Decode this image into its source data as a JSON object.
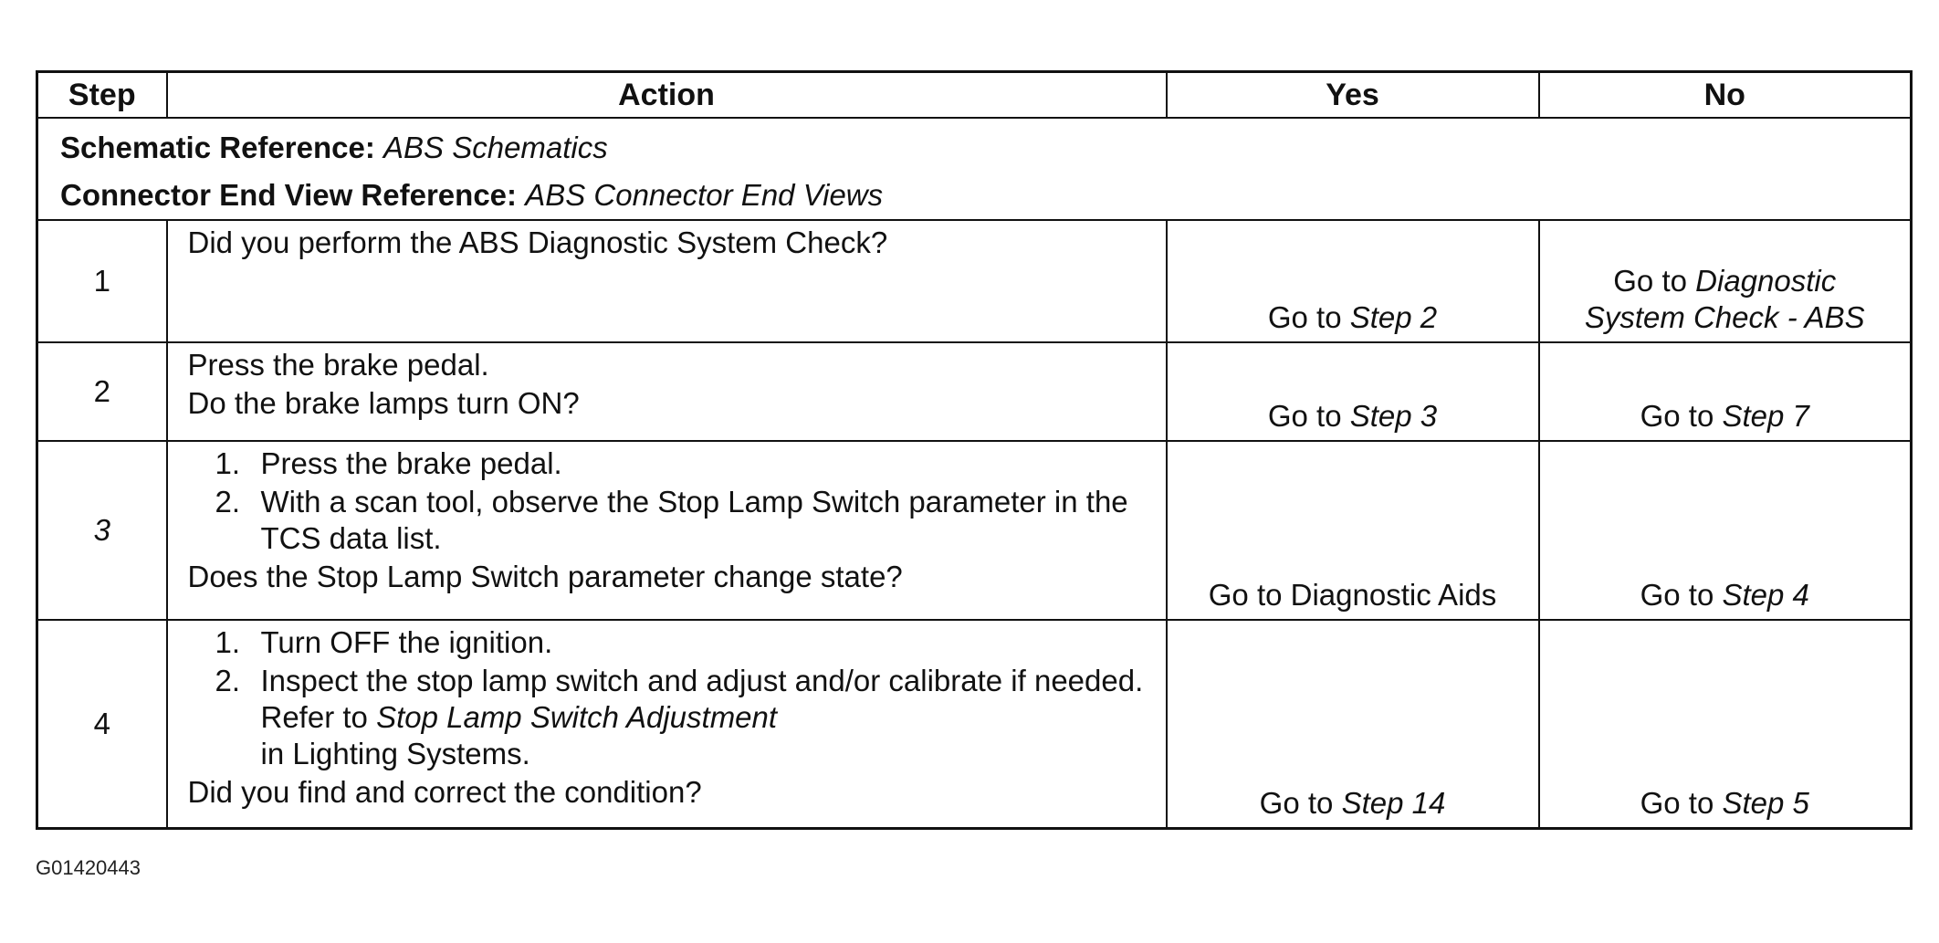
{
  "table": {
    "headers": {
      "step": "Step",
      "action": "Action",
      "yes": "Yes",
      "no": "No"
    },
    "references": {
      "schematic_label": "Schematic Reference:",
      "schematic_value": "ABS Schematics",
      "connector_label": "Connector End View Reference:",
      "connector_value": "ABS Connector End Views"
    },
    "rows": [
      {
        "step": "1",
        "action_text": "Did you perform the ABS Diagnostic System Check?",
        "yes_prefix": "Go to",
        "yes_link": "Step 2",
        "no_prefix": "Go to",
        "no_link_line1": "Diagnostic",
        "no_link_line2": "System Check - ABS"
      },
      {
        "step": "2",
        "action_line1": "Press the brake pedal.",
        "action_question": "Do the brake lamps turn ON?",
        "yes_prefix": "Go to",
        "yes_link": "Step 3",
        "no_prefix": "Go to",
        "no_link": "Step 7"
      },
      {
        "step": "3",
        "item1_num": "1.",
        "item1_text": "Press the brake pedal.",
        "item2_num": "2.",
        "item2_text": "With a scan tool, observe the Stop Lamp Switch parameter in the TCS data list.",
        "action_question": "Does the Stop Lamp Switch parameter change state?",
        "yes_text": "Go to Diagnostic Aids",
        "no_prefix": "Go to",
        "no_link": "Step 4"
      },
      {
        "step": "4",
        "item1_num": "1.",
        "item1_text": "Turn OFF the ignition.",
        "item2_num": "2.",
        "item2_text_a": "Inspect the stop lamp switch and adjust and/or calibrate if needed. Refer to",
        "item2_link": "Stop Lamp Switch Adjustment",
        "item2_text_b": "in Lighting Systems.",
        "action_question": "Did you find and correct the condition?",
        "yes_prefix": "Go to",
        "yes_link": "Step 14",
        "no_prefix": "Go to",
        "no_link": "Step 5"
      }
    ]
  },
  "figure_id": "G01420443"
}
